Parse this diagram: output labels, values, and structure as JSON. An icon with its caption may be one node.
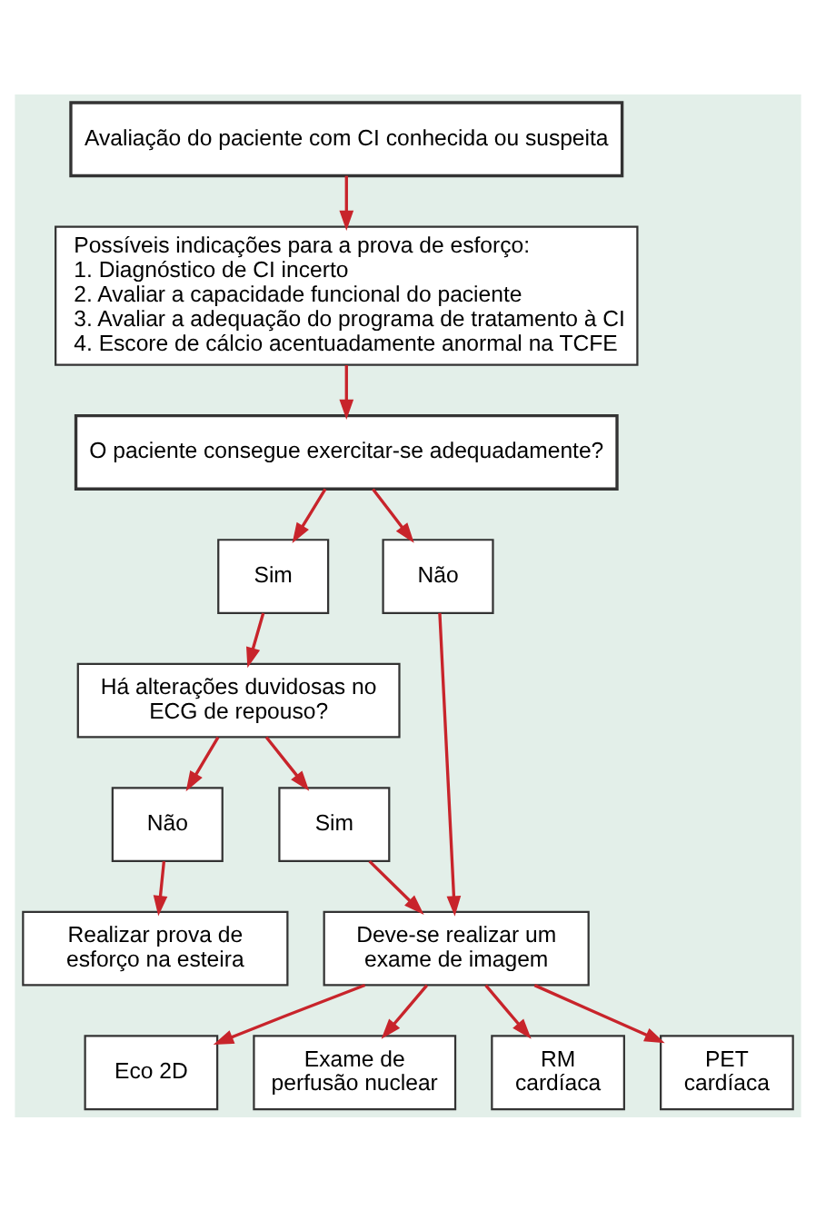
{
  "diagram": {
    "nodes": [
      {
        "text": [
          "Avaliação do paciente com CI conhecida ou suspeita"
        ]
      },
      {
        "text": [
          "Possíveis indicações para a prova de esforço:",
          "1. Diagnóstico de CI incerto",
          "2. Avaliar a capacidade funcional do paciente",
          "3. Avaliar a adequação do programa de tratamento à CI",
          "4. Escore de cálcio acentuadamente anormal na TCFE"
        ]
      },
      {
        "text": [
          "O paciente consegue exercitar-se adequadamente?"
        ]
      },
      {
        "text": [
          "Sim"
        ]
      },
      {
        "text": [
          "Não"
        ]
      },
      {
        "text": [
          "Há alterações duvidosas no ECG de repouso?"
        ]
      },
      {
        "text": [
          "Não"
        ]
      },
      {
        "text": [
          "Sim"
        ]
      },
      {
        "text": [
          "Realizar prova de esforço na esteira"
        ]
      },
      {
        "text": [
          "Deve-se realizar um exame de imagem"
        ]
      },
      {
        "text": [
          "Eco 2D"
        ]
      },
      {
        "text": [
          "Exame de perfusão nuclear"
        ]
      },
      {
        "text": [
          "RM cardíaca"
        ]
      },
      {
        "text": [
          "PET cardíaca"
        ]
      }
    ],
    "edges": [
      {
        "from": 0,
        "to": 1,
        "arrow": "to"
      },
      {
        "from": 1,
        "to": 2,
        "arrow": "to"
      },
      {
        "from": 2,
        "to": 3,
        "arrow": "to"
      },
      {
        "from": 2,
        "to": 4,
        "arrow": "to"
      },
      {
        "from": 3,
        "to": 5,
        "arrow": "to"
      },
      {
        "from": 5,
        "to": 6,
        "arrow": "to"
      },
      {
        "from": 5,
        "to": 7,
        "arrow": "to"
      },
      {
        "from": 6,
        "to": 8,
        "arrow": "to"
      },
      {
        "from": 7,
        "to": 9,
        "arrow": "to"
      },
      {
        "from": 4,
        "to": 9,
        "arrow": "to"
      },
      {
        "from": 9,
        "to": 10,
        "arrow": "to"
      },
      {
        "from": 9,
        "to": 11,
        "arrow": "to"
      },
      {
        "from": 9,
        "to": 12,
        "arrow": "to"
      },
      {
        "from": 9,
        "to": 13,
        "arrow": "to"
      }
    ]
  }
}
